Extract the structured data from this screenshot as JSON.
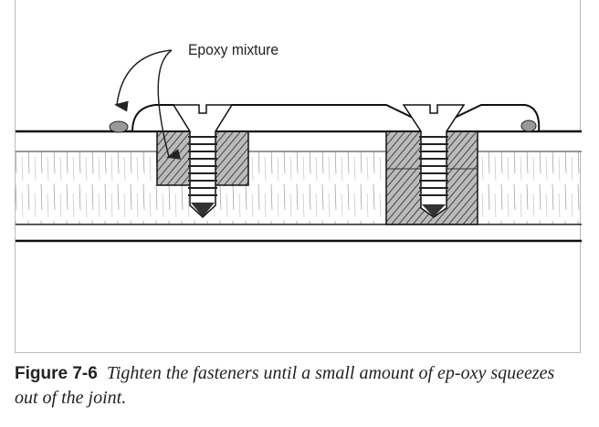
{
  "figure": {
    "callout_label": "Epoxy mixture",
    "caption_number": "Figure 7-6",
    "caption_text": "Tighten the fasteners until a small amount of ep-oxy squeezes out of the joint."
  }
}
